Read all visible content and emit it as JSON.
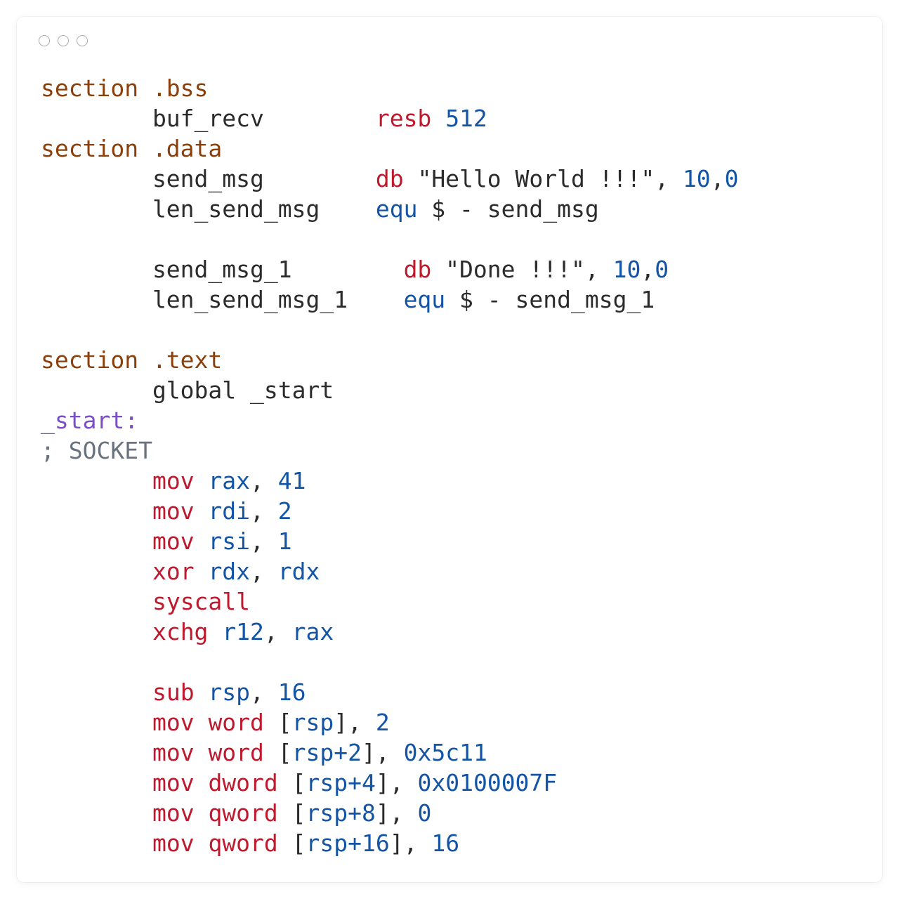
{
  "colors": {
    "section": "#8b3f0a",
    "keyword": "#c0182d",
    "number": "#1354a5",
    "label": "#7b4ec5",
    "comment": "#6a737d",
    "plain": "#2b2b2b"
  },
  "window_controls": [
    "circle-icon",
    "circle-icon",
    "circle-icon"
  ],
  "code_lines": [
    [
      {
        "t": "section .bss",
        "c": "section"
      }
    ],
    [
      {
        "t": "        buf_recv        ",
        "c": "plain"
      },
      {
        "t": "resb",
        "c": "kw"
      },
      {
        "t": " ",
        "c": "plain"
      },
      {
        "t": "512",
        "c": "num"
      }
    ],
    [
      {
        "t": "section .data",
        "c": "section"
      }
    ],
    [
      {
        "t": "        send_msg        ",
        "c": "plain"
      },
      {
        "t": "db",
        "c": "kw"
      },
      {
        "t": " \"Hello World !!!\", ",
        "c": "plain"
      },
      {
        "t": "10",
        "c": "num"
      },
      {
        "t": ",",
        "c": "plain"
      },
      {
        "t": "0",
        "c": "num"
      }
    ],
    [
      {
        "t": "        len_send_msg    ",
        "c": "plain"
      },
      {
        "t": "equ",
        "c": "num"
      },
      {
        "t": " $ - send_msg",
        "c": "plain"
      }
    ],
    [],
    [
      {
        "t": "        send_msg_1        ",
        "c": "plain"
      },
      {
        "t": "db",
        "c": "kw"
      },
      {
        "t": " \"Done !!!\", ",
        "c": "plain"
      },
      {
        "t": "10",
        "c": "num"
      },
      {
        "t": ",",
        "c": "plain"
      },
      {
        "t": "0",
        "c": "num"
      }
    ],
    [
      {
        "t": "        len_send_msg_1    ",
        "c": "plain"
      },
      {
        "t": "equ",
        "c": "num"
      },
      {
        "t": " $ - send_msg_1",
        "c": "plain"
      }
    ],
    [],
    [
      {
        "t": "section .text",
        "c": "section"
      }
    ],
    [
      {
        "t": "        global _start",
        "c": "plain"
      }
    ],
    [
      {
        "t": "_start:",
        "c": "label"
      }
    ],
    [
      {
        "t": "; SOCKET",
        "c": "comment"
      }
    ],
    [
      {
        "t": "        ",
        "c": "plain"
      },
      {
        "t": "mov",
        "c": "kw"
      },
      {
        "t": " ",
        "c": "plain"
      },
      {
        "t": "rax",
        "c": "num"
      },
      {
        "t": ", ",
        "c": "plain"
      },
      {
        "t": "41",
        "c": "num"
      }
    ],
    [
      {
        "t": "        ",
        "c": "plain"
      },
      {
        "t": "mov",
        "c": "kw"
      },
      {
        "t": " ",
        "c": "plain"
      },
      {
        "t": "rdi",
        "c": "num"
      },
      {
        "t": ", ",
        "c": "plain"
      },
      {
        "t": "2",
        "c": "num"
      }
    ],
    [
      {
        "t": "        ",
        "c": "plain"
      },
      {
        "t": "mov",
        "c": "kw"
      },
      {
        "t": " ",
        "c": "plain"
      },
      {
        "t": "rsi",
        "c": "num"
      },
      {
        "t": ", ",
        "c": "plain"
      },
      {
        "t": "1",
        "c": "num"
      }
    ],
    [
      {
        "t": "        ",
        "c": "plain"
      },
      {
        "t": "xor",
        "c": "kw"
      },
      {
        "t": " ",
        "c": "plain"
      },
      {
        "t": "rdx",
        "c": "num"
      },
      {
        "t": ", ",
        "c": "plain"
      },
      {
        "t": "rdx",
        "c": "num"
      }
    ],
    [
      {
        "t": "        ",
        "c": "plain"
      },
      {
        "t": "syscall",
        "c": "kw"
      }
    ],
    [
      {
        "t": "        ",
        "c": "plain"
      },
      {
        "t": "xchg",
        "c": "kw"
      },
      {
        "t": " ",
        "c": "plain"
      },
      {
        "t": "r12",
        "c": "num"
      },
      {
        "t": ", ",
        "c": "plain"
      },
      {
        "t": "rax",
        "c": "num"
      }
    ],
    [],
    [
      {
        "t": "        ",
        "c": "plain"
      },
      {
        "t": "sub",
        "c": "kw"
      },
      {
        "t": " ",
        "c": "plain"
      },
      {
        "t": "rsp",
        "c": "num"
      },
      {
        "t": ", ",
        "c": "plain"
      },
      {
        "t": "16",
        "c": "num"
      }
    ],
    [
      {
        "t": "        ",
        "c": "plain"
      },
      {
        "t": "mov",
        "c": "kw"
      },
      {
        "t": " ",
        "c": "plain"
      },
      {
        "t": "word",
        "c": "kw"
      },
      {
        "t": " [",
        "c": "plain"
      },
      {
        "t": "rsp",
        "c": "num"
      },
      {
        "t": "], ",
        "c": "plain"
      },
      {
        "t": "2",
        "c": "num"
      }
    ],
    [
      {
        "t": "        ",
        "c": "plain"
      },
      {
        "t": "mov",
        "c": "kw"
      },
      {
        "t": " ",
        "c": "plain"
      },
      {
        "t": "word",
        "c": "kw"
      },
      {
        "t": " [",
        "c": "plain"
      },
      {
        "t": "rsp+2",
        "c": "num"
      },
      {
        "t": "], ",
        "c": "plain"
      },
      {
        "t": "0x5c11",
        "c": "num"
      }
    ],
    [
      {
        "t": "        ",
        "c": "plain"
      },
      {
        "t": "mov",
        "c": "kw"
      },
      {
        "t": " ",
        "c": "plain"
      },
      {
        "t": "dword",
        "c": "kw"
      },
      {
        "t": " [",
        "c": "plain"
      },
      {
        "t": "rsp+4",
        "c": "num"
      },
      {
        "t": "], ",
        "c": "plain"
      },
      {
        "t": "0x0100007F",
        "c": "num"
      }
    ],
    [
      {
        "t": "        ",
        "c": "plain"
      },
      {
        "t": "mov",
        "c": "kw"
      },
      {
        "t": " ",
        "c": "plain"
      },
      {
        "t": "qword",
        "c": "kw"
      },
      {
        "t": " [",
        "c": "plain"
      },
      {
        "t": "rsp+8",
        "c": "num"
      },
      {
        "t": "], ",
        "c": "plain"
      },
      {
        "t": "0",
        "c": "num"
      }
    ],
    [
      {
        "t": "        ",
        "c": "plain"
      },
      {
        "t": "mov",
        "c": "kw"
      },
      {
        "t": " ",
        "c": "plain"
      },
      {
        "t": "qword",
        "c": "kw"
      },
      {
        "t": " [",
        "c": "plain"
      },
      {
        "t": "rsp+16",
        "c": "num"
      },
      {
        "t": "], ",
        "c": "plain"
      },
      {
        "t": "16",
        "c": "num"
      }
    ]
  ]
}
